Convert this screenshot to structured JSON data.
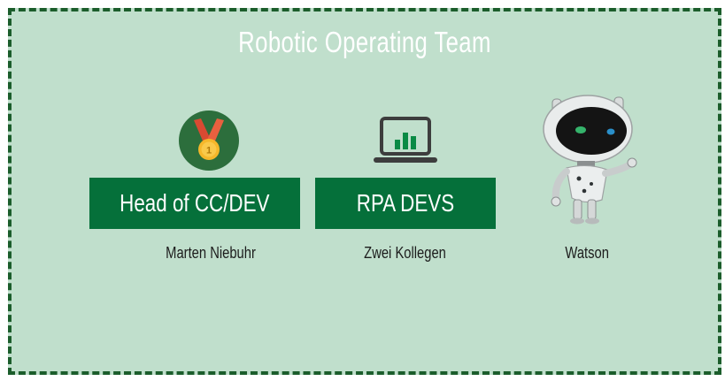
{
  "diagram": {
    "title": "Robotic Operating Team",
    "members": [
      {
        "role": "Head of CC/DEV",
        "name": "Marten Niebuhr",
        "icon": "medal-icon"
      },
      {
        "role": "RPA DEVS",
        "name": "Zwei Kollegen",
        "icon": "laptop-chart-icon"
      },
      {
        "role": "",
        "name": "Watson",
        "icon": "robot-icon"
      }
    ]
  },
  "colors": {
    "panel_background": "#c0dfcc",
    "border": "#1b5d2b",
    "role_box": "#05703a",
    "medal_circle": "#2c6e3c"
  }
}
